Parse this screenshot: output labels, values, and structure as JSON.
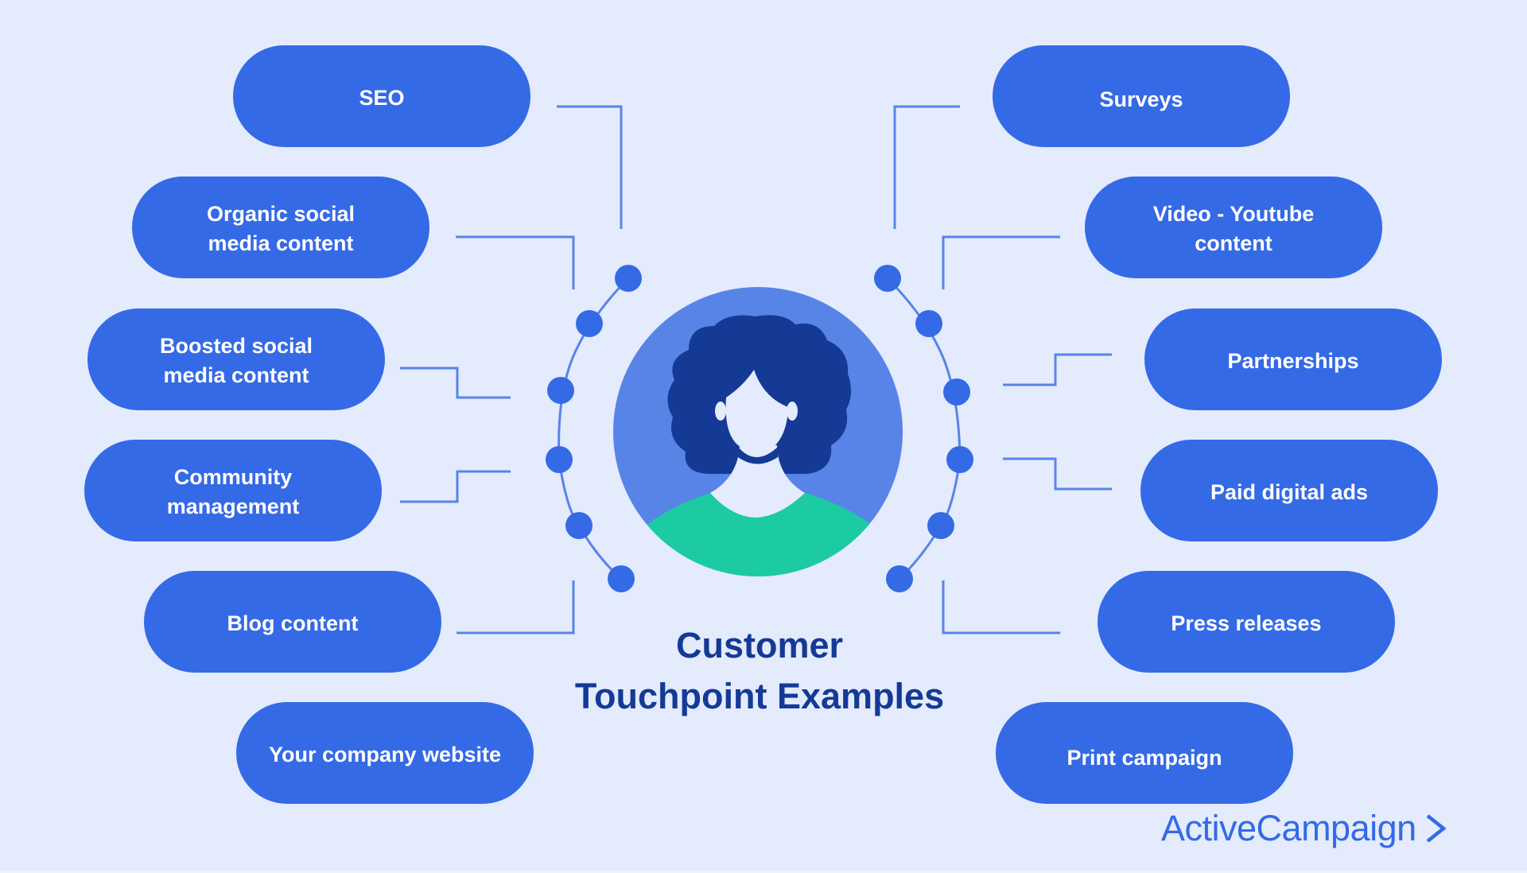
{
  "title": {
    "line1": "Customer",
    "line2": "Touchpoint Examples"
  },
  "touchpoints": {
    "left": [
      {
        "label": "SEO"
      },
      {
        "label": "Organic social\nmedia content"
      },
      {
        "label": "Boosted social\nmedia content"
      },
      {
        "label": "Community\nmanagement"
      },
      {
        "label": "Blog content"
      },
      {
        "label": "Your company website"
      }
    ],
    "right": [
      {
        "label": "Surveys"
      },
      {
        "label": "Video - Youtube\ncontent"
      },
      {
        "label": "Partnerships"
      },
      {
        "label": "Paid digital ads"
      },
      {
        "label": "Press releases"
      },
      {
        "label": "Print campaign"
      }
    ]
  },
  "center": {
    "icon": "customer-avatar-icon",
    "description": "Woman with curly hair, faceless avatar"
  },
  "brand": {
    "name": "ActiveCampaign",
    "icon": "chevron-right-icon"
  },
  "colors": {
    "background": "#E3EBFC",
    "pill": "#356AE6",
    "pill_text": "#FFFFFF",
    "connector": "#5884E8",
    "node": "#356AE6",
    "avatar_circle": "#5884E8",
    "hair": "#143A96",
    "shirt": "#1CCBA2",
    "title": "#143A96",
    "brand": "#356AE6"
  }
}
